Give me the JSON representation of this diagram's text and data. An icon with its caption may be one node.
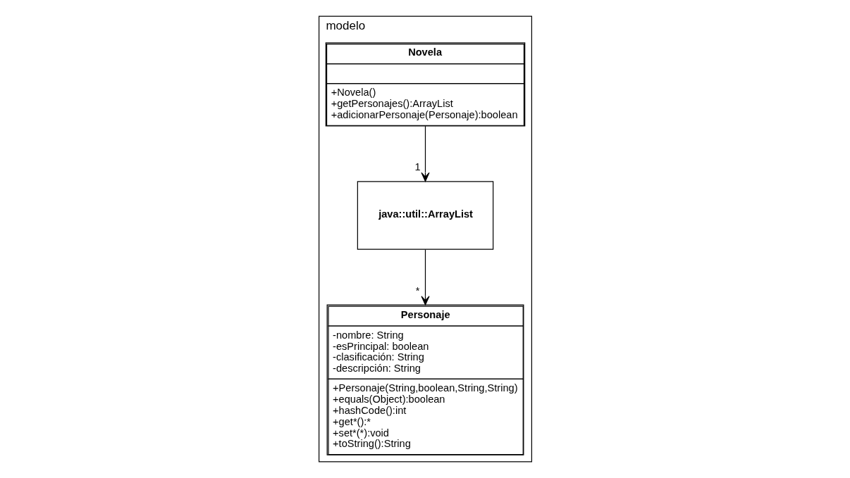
{
  "diagram": {
    "nodes": [
      {
        "text": [
          "modelo"
        ]
      },
      {
        "text": [
          "java::util::ArrayList"
        ],
        "in": 0
      },
      {
        "text": [
          "Novela",
          "+Novela()",
          "+getPersonajes():ArrayList",
          "+adicionarPersonaje(Personaje):boolean"
        ],
        "in": 0
      },
      {
        "text": [
          "Personaje",
          "-nombre: String",
          "-esPrincipal: boolean",
          "-clasificación: String",
          "-descripción: String",
          "+Personaje(String,boolean,String,String)",
          "+equals(Object):boolean",
          "+hashCode():int",
          "+get*():*",
          "+set*(*):void",
          "+toString():String"
        ],
        "in": 0
      }
    ],
    "edges": [
      {
        "from": 2,
        "to": 1,
        "arrow": "to",
        "label": "1"
      },
      {
        "from": 1,
        "to": 3,
        "arrow": "to",
        "label": "*"
      }
    ]
  }
}
